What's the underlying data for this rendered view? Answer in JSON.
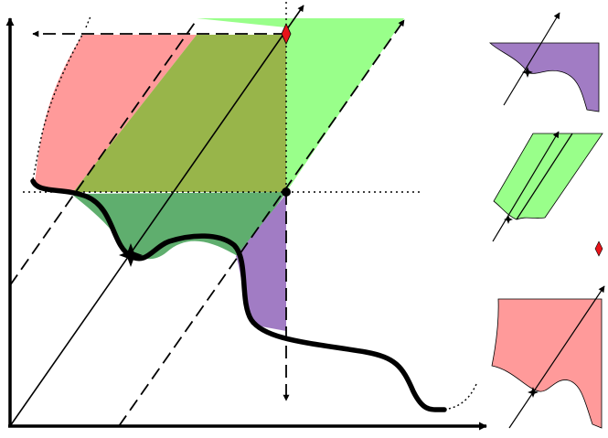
{
  "colors": {
    "pink_region": "#ff9a9a",
    "green_region": "#99ff8a",
    "olive_overlap": "#98b54a",
    "dark_green_region": "#5fae6e",
    "purple_region": "#a17cc4",
    "marker_red": "#e8141a",
    "ink": "#000000"
  },
  "icons": {
    "star_marker": "star-icon",
    "diamond_marker": "diamond-icon",
    "dot_marker": "dot-icon"
  },
  "panels": [
    "purple",
    "green",
    "diamond",
    "pink"
  ]
}
